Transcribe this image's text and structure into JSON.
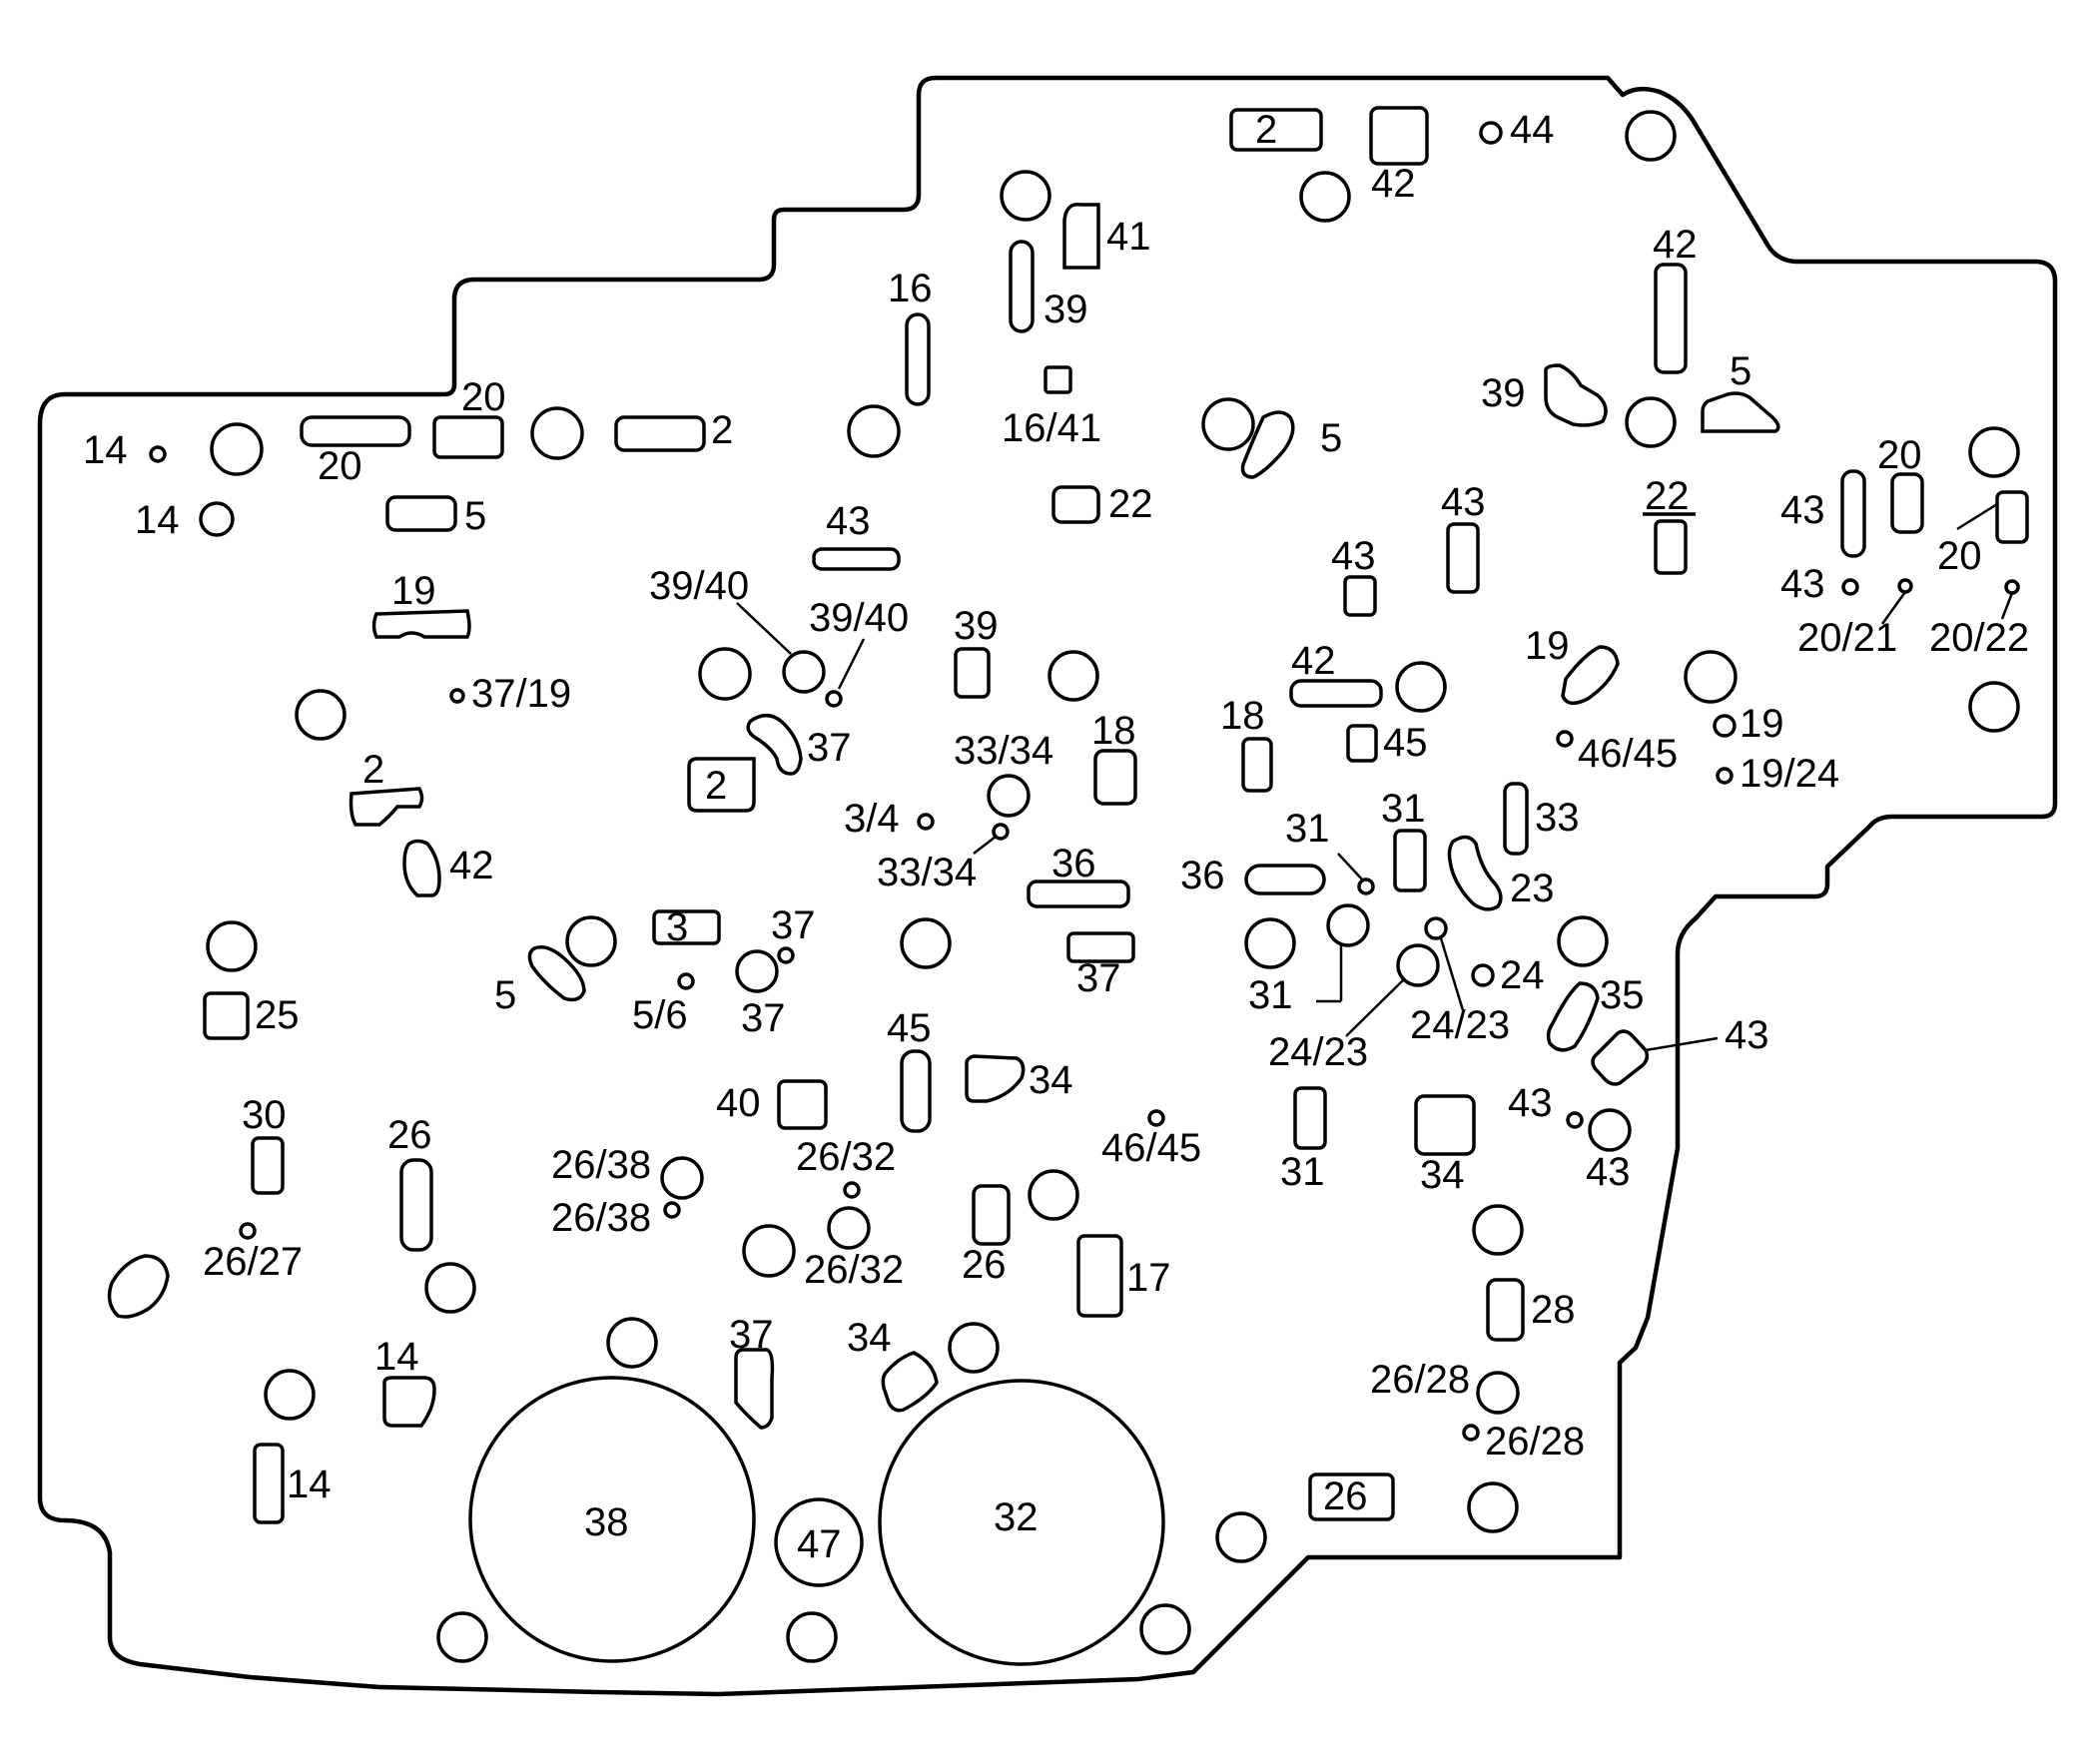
{
  "diagram": {
    "labels": [
      "2",
      "44",
      "42",
      "41",
      "39",
      "16",
      "16/41",
      "42",
      "39",
      "5",
      "14",
      "20",
      "2",
      "20",
      "14",
      "5",
      "22",
      "5",
      "43",
      "43",
      "22",
      "43",
      "20",
      "43",
      "20",
      "43",
      "20/21",
      "20/22",
      "19",
      "39/40",
      "39/40",
      "39",
      "37/19",
      "42",
      "45",
      "19",
      "19",
      "37",
      "2",
      "2",
      "18",
      "18",
      "33/34",
      "3/4",
      "33/34",
      "31",
      "31",
      "33",
      "46/45",
      "19/24",
      "36",
      "36",
      "23",
      "42",
      "3",
      "37",
      "5",
      "5/6",
      "37",
      "37",
      "31",
      "24",
      "24/23",
      "24/23",
      "35",
      "43",
      "25",
      "45",
      "34",
      "40",
      "46/45",
      "43",
      "43",
      "30",
      "26",
      "26/32",
      "26/38",
      "26/38",
      "31",
      "34",
      "26/27",
      "26",
      "17",
      "26/32",
      "28",
      "14",
      "37",
      "34",
      "26/28",
      "26/28",
      "14",
      "26",
      "38",
      "47",
      "32"
    ]
  }
}
